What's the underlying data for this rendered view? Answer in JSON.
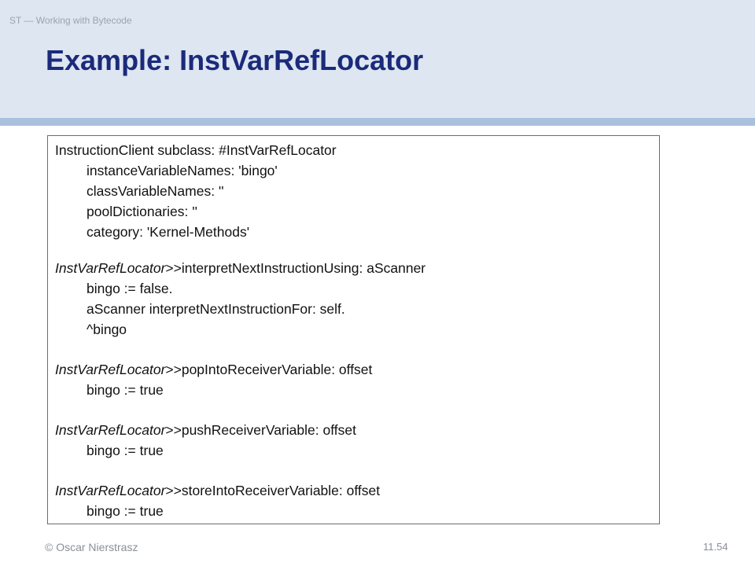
{
  "header": {
    "course_label": "ST — Working with Bytecode",
    "title": "Example: InstVarRefLocator"
  },
  "code": {
    "decl_line1": "InstructionClient subclass: #InstVarRefLocator",
    "decl_line2": "instanceVariableNames: 'bingo'",
    "decl_line3": "classVariableNames: ''",
    "decl_line4": "poolDictionaries: ''",
    "decl_line5": "category: 'Kernel-Methods'",
    "method1_class": "InstVarRefLocator",
    "method1_selector": ">>interpretNextInstructionUsing: aScanner",
    "method1_body1": "bingo := false.",
    "method1_body2": "aScanner interpretNextInstructionFor: self.",
    "method1_body3": "^bingo",
    "method2_class": "InstVarRefLocator",
    "method2_selector": ">>popIntoReceiverVariable: offset",
    "method2_body1": "bingo := true",
    "method3_class": "InstVarRefLocator",
    "method3_selector": ">>pushReceiverVariable: offset",
    "method3_body1": "bingo := true",
    "method4_class": "InstVarRefLocator",
    "method4_selector": ">>storeIntoReceiverVariable: offset",
    "method4_body1": "bingo := true"
  },
  "footer": {
    "author": "© Oscar Nierstrasz",
    "page": "11.54"
  },
  "colors": {
    "header_bg": "#dde6f1",
    "header_bar": "#a9c1dd",
    "title": "#1b2a7a"
  }
}
